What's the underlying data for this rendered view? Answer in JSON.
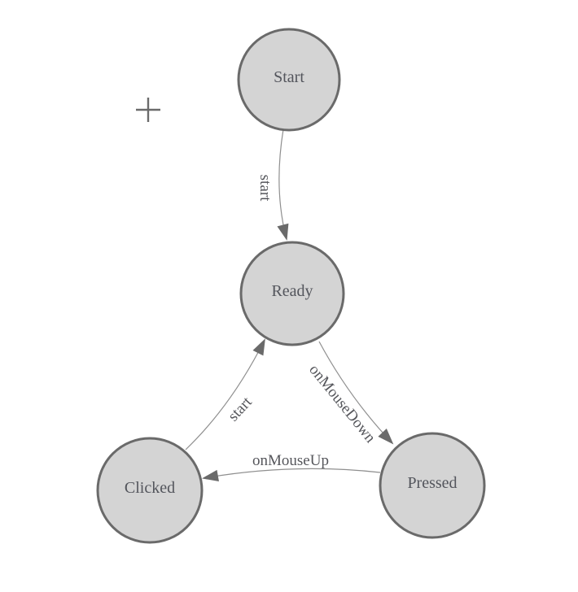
{
  "diagram": {
    "type": "state-machine",
    "nodes": [
      {
        "id": "start",
        "label": "Start"
      },
      {
        "id": "ready",
        "label": "Ready"
      },
      {
        "id": "clicked",
        "label": "Clicked"
      },
      {
        "id": "pressed",
        "label": "Pressed"
      }
    ],
    "edges": [
      {
        "from": "Start",
        "to": "Ready",
        "label": "start"
      },
      {
        "from": "Ready",
        "to": "Pressed",
        "label": "onMouseDown"
      },
      {
        "from": "Pressed",
        "to": "Clicked",
        "label": "onMouseUp"
      },
      {
        "from": "Clicked",
        "to": "Ready",
        "label": "start"
      }
    ],
    "cursor": {
      "icon": "plus-crosshair"
    },
    "colors": {
      "background": "#ffffff",
      "node_fill": "#d4d4d4",
      "node_stroke": "#6a6a6a",
      "edge_line": "#8f8f8f",
      "arrowhead": "#6a6a6a",
      "node_text": "#53555c",
      "edge_text": "#55565b",
      "crosshair": "#6b6b6b"
    }
  }
}
